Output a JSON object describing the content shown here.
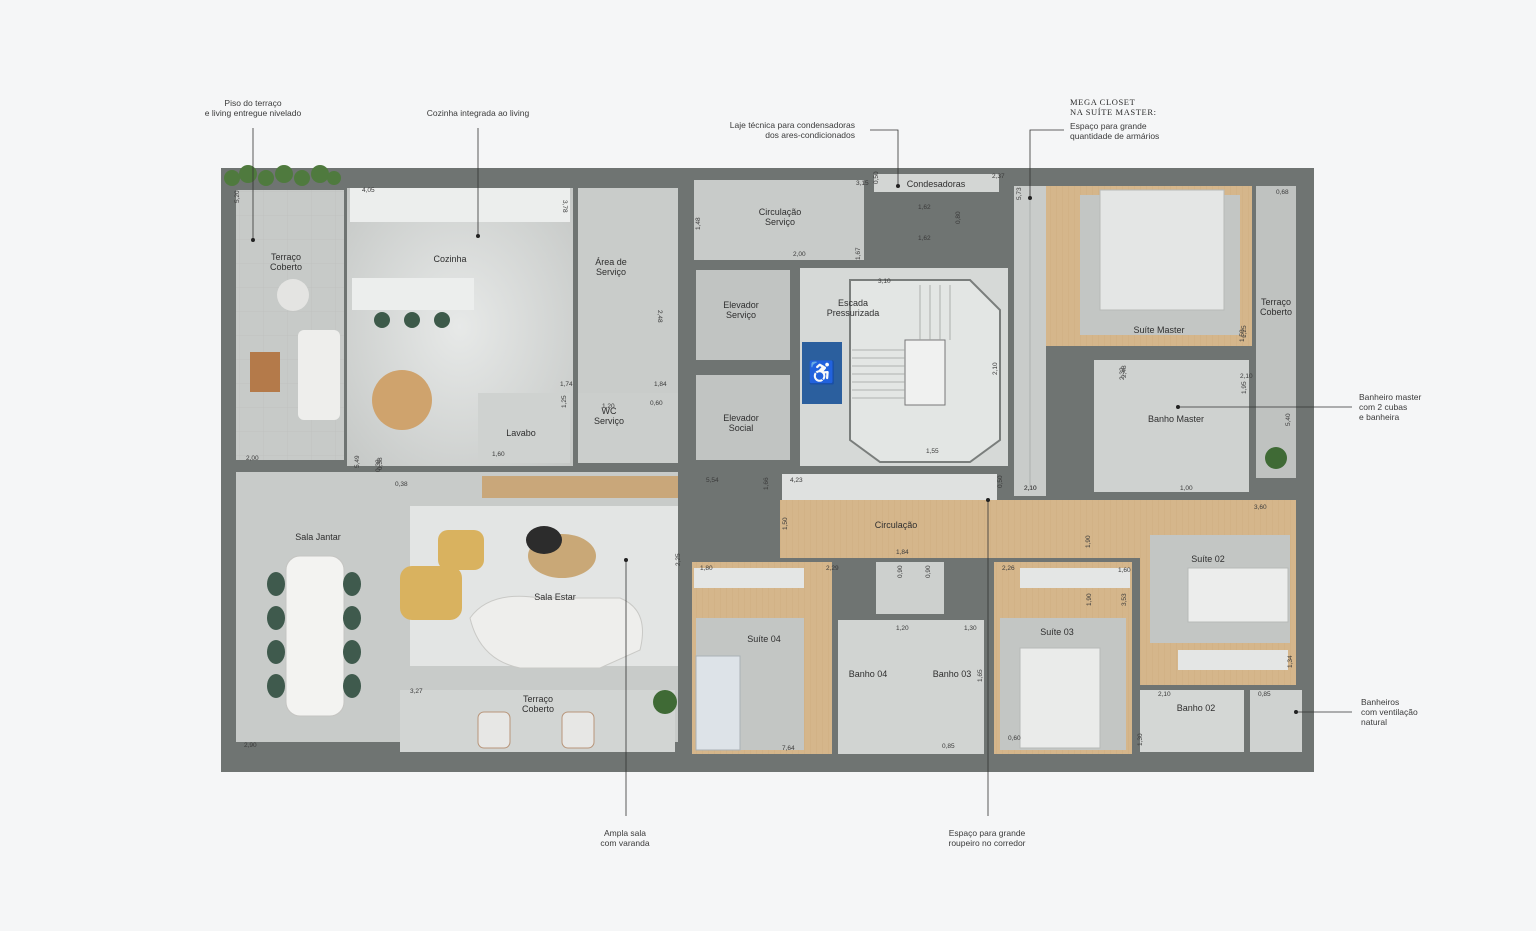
{
  "rooms": [
    {
      "key": "terraco1",
      "lines": [
        "Terraço",
        "Coberto"
      ]
    },
    {
      "key": "cozinha",
      "lines": [
        "Cozinha"
      ]
    },
    {
      "key": "area_servico",
      "lines": [
        "Área de",
        "Serviço"
      ]
    },
    {
      "key": "circ_servico",
      "lines": [
        "Circulação",
        "Serviço"
      ]
    },
    {
      "key": "elevador_servico",
      "lines": [
        "Elevador",
        "Serviço"
      ]
    },
    {
      "key": "elevador_social",
      "lines": [
        "Elevador",
        "Social"
      ]
    },
    {
      "key": "escada",
      "lines": [
        "Escada",
        "Pressurizada"
      ]
    },
    {
      "key": "condensadoras",
      "lines": [
        "Condesadoras"
      ]
    },
    {
      "key": "lavabo",
      "lines": [
        "Lavabo"
      ]
    },
    {
      "key": "wc_servico",
      "lines": [
        "WC",
        "Serviço"
      ]
    },
    {
      "key": "sala_jantar",
      "lines": [
        "Sala Jantar"
      ]
    },
    {
      "key": "sala_estar",
      "lines": [
        "Sala Estar"
      ]
    },
    {
      "key": "terraco2",
      "lines": [
        "Terraço",
        "Coberto"
      ]
    },
    {
      "key": "circulacao",
      "lines": [
        "Circulação"
      ]
    },
    {
      "key": "suite_master",
      "lines": [
        "Suíte Master"
      ]
    },
    {
      "key": "banho_master",
      "lines": [
        "Banho Master"
      ]
    },
    {
      "key": "terraco3",
      "lines": [
        "Terraço",
        "Coberto"
      ]
    },
    {
      "key": "suite02",
      "lines": [
        "Suíte 02"
      ]
    },
    {
      "key": "banho02",
      "lines": [
        "Banho 02"
      ]
    },
    {
      "key": "suite03",
      "lines": [
        "Suíte 03"
      ]
    },
    {
      "key": "banho03",
      "lines": [
        "Banho 03"
      ]
    },
    {
      "key": "banho04",
      "lines": [
        "Banho 04"
      ]
    },
    {
      "key": "suite04",
      "lines": [
        "Suíte 04"
      ]
    }
  ],
  "annotations": [
    {
      "key": "piso_terraco",
      "lines": [
        "Piso do terraço",
        "e living entregue nivelado"
      ]
    },
    {
      "key": "cozinha_integrada",
      "lines": [
        "Cozinha integrada ao living"
      ]
    },
    {
      "key": "laje_tecnica",
      "lines": [
        "Laje técnica para condensadoras",
        "dos ares-condicionados"
      ]
    },
    {
      "key": "mega_closet_title",
      "lines": [
        "MEGA CLOSET",
        "NA SUÍTE MASTER:"
      ]
    },
    {
      "key": "mega_closet_desc",
      "lines": [
        "Espaço para grande",
        "quantidade de armários"
      ]
    },
    {
      "key": "banheiro_master",
      "lines": [
        "Banheiro master",
        "com 2 cubas",
        "e banheira"
      ]
    },
    {
      "key": "banheiros_ventilacao",
      "lines": [
        "Banheiros",
        "com ventilação",
        "natural"
      ]
    },
    {
      "key": "ampla_sala",
      "lines": [
        "Ampla sala",
        "com varanda"
      ]
    },
    {
      "key": "roupeiro",
      "lines": [
        "Espaço para grande",
        "roupeiro no corredor"
      ]
    }
  ],
  "dimensions": [
    "5,20",
    "4,05",
    "3,78",
    "0,38",
    "2,48",
    "1,74",
    "1,20",
    "0,60",
    "1,25",
    "1,60",
    "1,84",
    "1,48",
    "2,00",
    "1,62",
    "1,62",
    "0,80",
    "3,15",
    "0,50",
    "2,37",
    "5,73",
    "1,67",
    "3,10",
    "2,10",
    "1,55",
    "2,00",
    "0,38",
    "5,49",
    "0,38",
    "5,54",
    "1,66",
    "4,23",
    "0,50",
    "2,10",
    "1,50",
    "2,25",
    "1,80",
    "2,29",
    "1,84",
    "0,90",
    "0,90",
    "1,20",
    "1,30",
    "2,26",
    "1,90",
    "1,60",
    "3,53",
    "3,27",
    "2,90",
    "7,64",
    "0,85",
    "0,60",
    "2,10",
    "1,30",
    "1,34",
    "0,85",
    "3,60",
    "2,48",
    "2,10",
    "1,95",
    "1,00",
    "2,10",
    "0,68",
    "1,25",
    "5,40",
    "1,65",
    "1,90",
    "2,32",
    "1,50"
  ]
}
